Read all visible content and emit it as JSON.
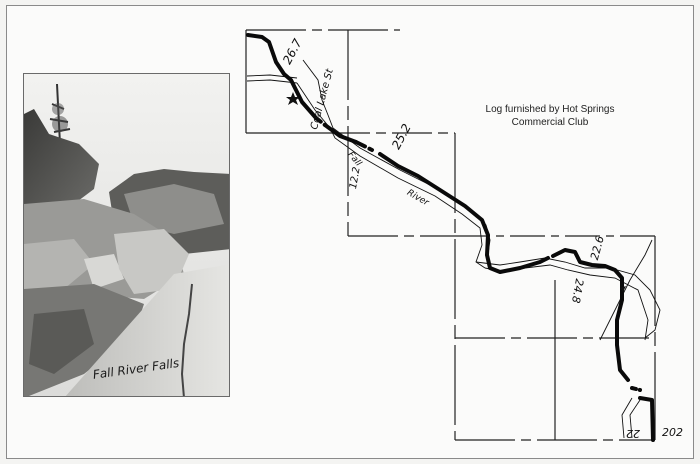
{
  "photo": {
    "caption": "Fall River Falls"
  },
  "map": {
    "credit_line1": "Log furnished by Hot Springs",
    "credit_line2": "Commercial Club",
    "labels": {
      "mile_267": "26.7",
      "coal_lake_st": "Coal Lake St",
      "mile_252": "25.2",
      "fall": "Fall",
      "mile_22": "12.2",
      "river": "River",
      "mile_226": "22.6",
      "mile_248": "24.8",
      "mile_22b": "22",
      "mile_202": "202"
    },
    "markers": [
      {
        "type": "star",
        "name": "star-marker"
      }
    ],
    "colors": {
      "ink": "#111111",
      "paper": "#fbfbfa",
      "grid": "#222222"
    }
  }
}
